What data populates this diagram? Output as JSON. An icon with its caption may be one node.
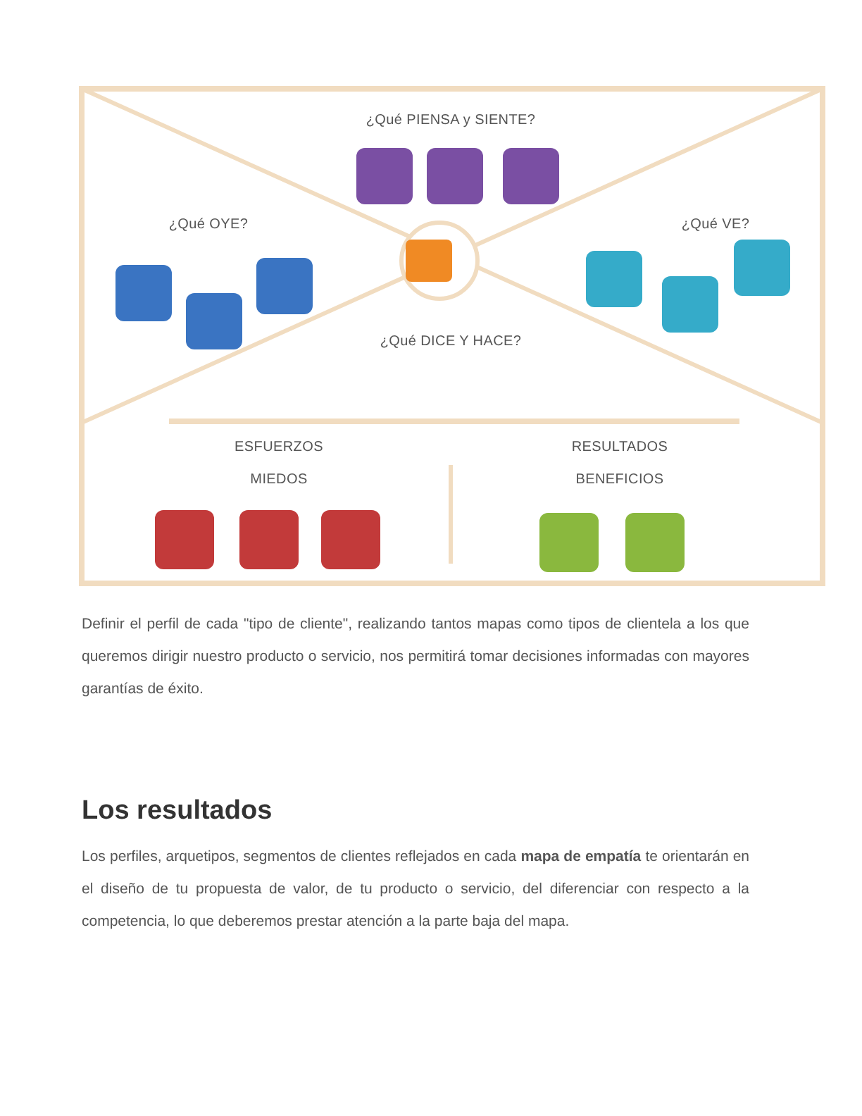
{
  "diagram": {
    "labels": [
      "¿Qué PIENSA y SIENTE?",
      "¿Qué OYE?",
      "¿Qué VE?",
      "¿Qué DICE Y HACE?",
      "ESFUERZOS",
      "MIEDOS",
      "RESULTADOS",
      "BENEFICIOS",
      "Definir el perfil de cada \"tipo de cliente\", realizando tantos mapas como tipos de clientela a los que queremos dirigir nuestro producto o servicio, nos permitirá tomar decisiones informadas con mayores garantías de éxito.",
      "Los resultados",
      "Los perfiles, arquetipos, segmentos de clientes reflejados en cada **mapa de empatía** te orientarán en el diseño de tu propuesta de valor, de tu producto o servicio, del diferenciar con respecto a la competencia, lo que deberemos prestar atención a la parte baja del mapa."
    ]
  }
}
